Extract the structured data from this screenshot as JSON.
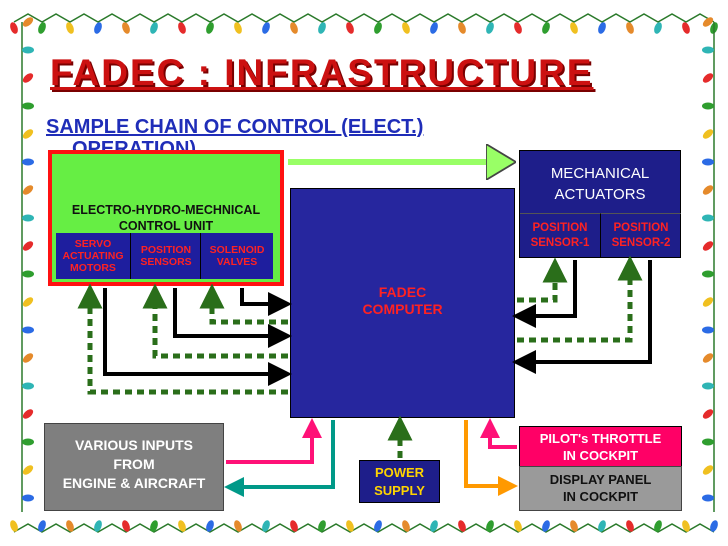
{
  "title": "FADEC : INFRASTRUCTURE",
  "subtitle": {
    "line1": "SAMPLE CHAIN OF CONTROL (ELECT.)",
    "line2": "OPERATION)"
  },
  "ehm_unit": {
    "label": "ELECTRO-HYDRO-MECHNICAL\nCONTROL UNIT",
    "servo": "SERVO\nACTUATING\nMOTORS",
    "position_sensors": "POSITION\nSENSORS",
    "solenoid_valves": "SOLENOID\nVALVES"
  },
  "fadec_computer": "FADEC\nCOMPUTER",
  "mechanical_actuators": {
    "label": "MECHANICAL\nACTUATORS",
    "sensor1": "POSITION\nSENSOR-1",
    "sensor2": "POSITION\nSENSOR-2"
  },
  "various_inputs": "VARIOUS INPUTS\nFROM\nENGINE & AIRCRAFT",
  "power_supply": "POWER\nSUPPLY",
  "pilot_throttle": "PILOT's THROTTLE\nIN COCKPIT",
  "display_panel": "DISPLAY PANEL\nIN COCKPIT",
  "colors": {
    "title": "#cc1111",
    "subtitle": "#1f2db8",
    "ehm_fill": "#66ee44",
    "ehm_border": "#ff1111",
    "box_blue": "#26269e",
    "arrow_black": "#000000",
    "arrow_dashed_green": "#2a6e1a",
    "arrow_pink": "#ff1177",
    "arrow_teal": "#009988",
    "arrow_orange": "#ff9900",
    "light_green_arrow": "#99ff66"
  }
}
